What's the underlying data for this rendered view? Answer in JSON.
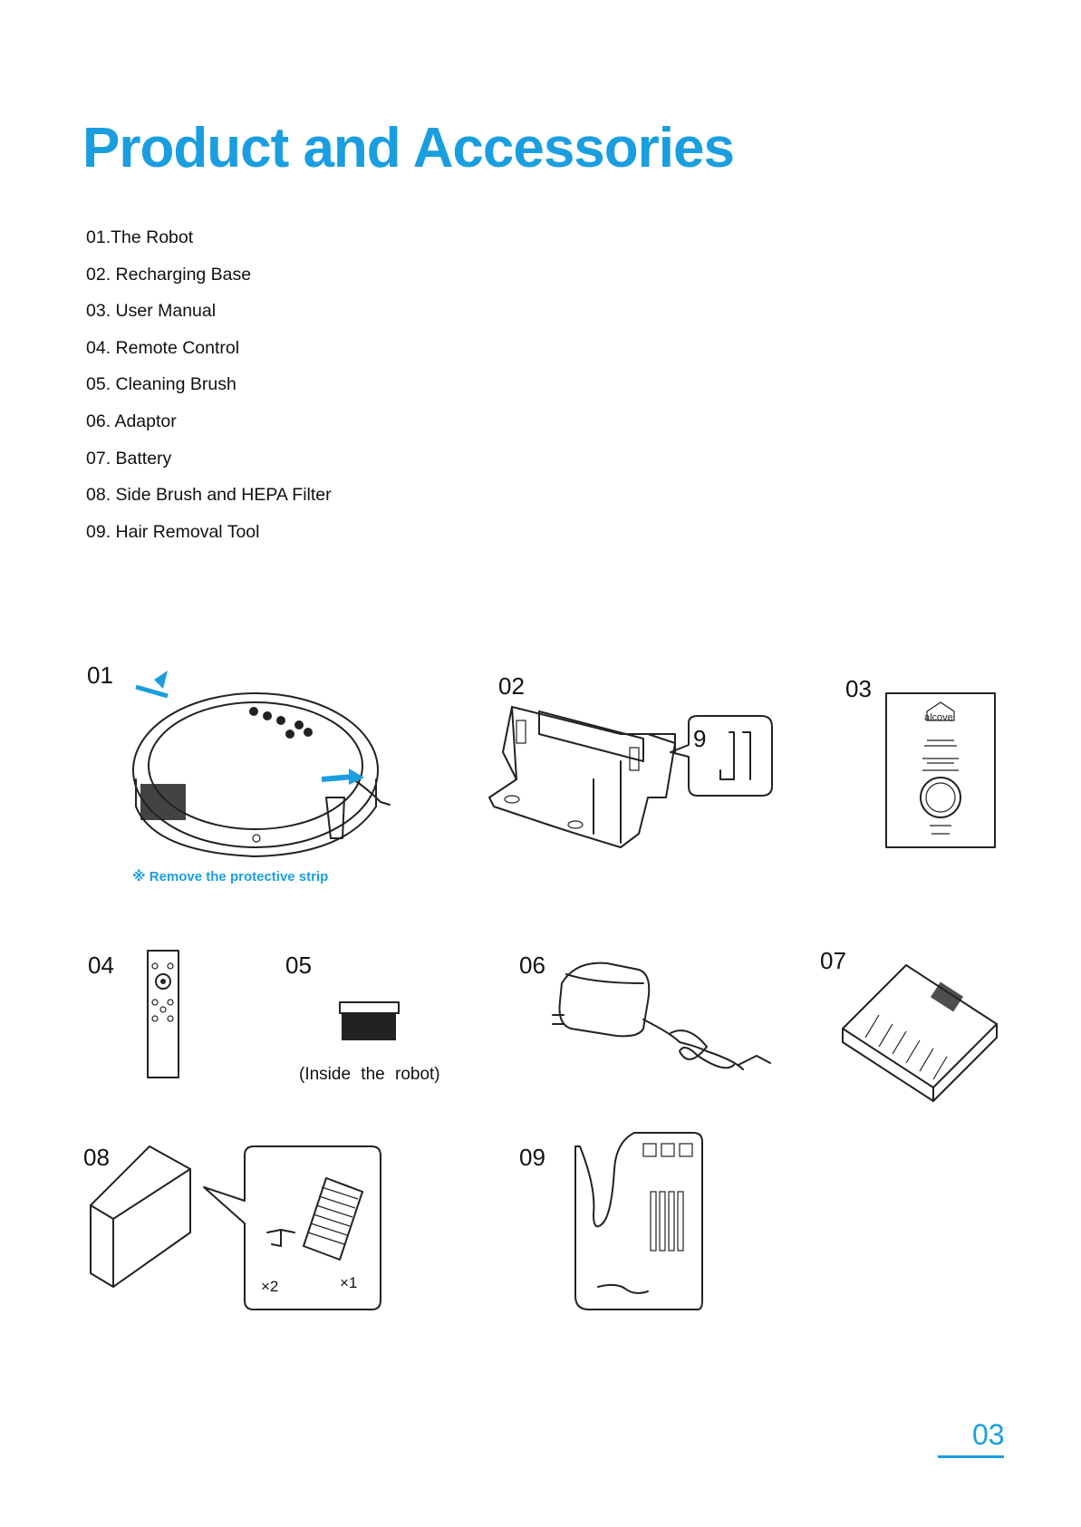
{
  "title": "Product and Accessories",
  "items": [
    "01.The Robot",
    "02. Recharging Base",
    "03. User Manual",
    "04. Remote Control",
    "05. Cleaning Brush",
    "06. Adaptor",
    "07. Battery",
    "08. Side Brush and HEPA Filter",
    "09.  Hair Removal Tool"
  ],
  "figures": {
    "f01": "01",
    "f02": "02",
    "f03": "03",
    "f04": "04",
    "f05": "05",
    "f06": "06",
    "f07": "07",
    "f08": "08",
    "f09": "09"
  },
  "robot_note": "※ Remove the protective strip",
  "base_callout": "9",
  "manual_brand": "alcove",
  "brush_note": "(Inside  the  robot)",
  "side_brush_qty": "×2",
  "filter_qty": "×1",
  "page_number": "03",
  "colors": {
    "accent": "#1a9ee0",
    "text": "#111111"
  }
}
